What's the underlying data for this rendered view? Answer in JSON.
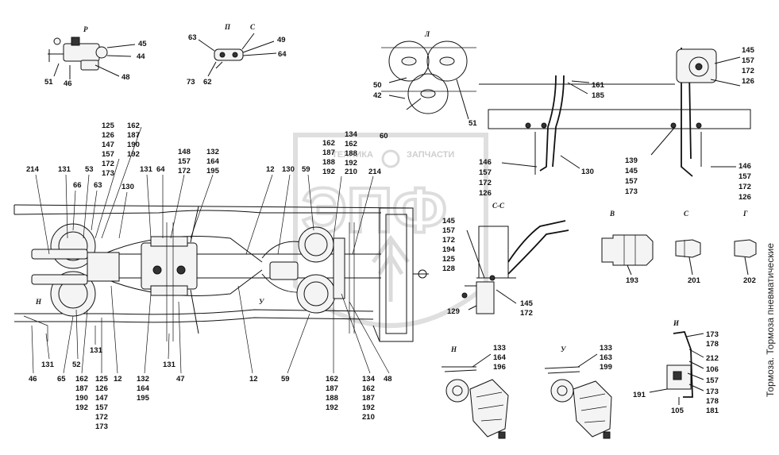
{
  "side_text": "Тормоза. Тормоза пневматические",
  "watermark": {
    "logo": "ЭПФ",
    "left": "ТЕХНИКА",
    "right": "ЗАПЧАСТИ"
  },
  "views": {
    "r": "Р",
    "p": "П",
    "l": "Л",
    "cc": "С-С",
    "v": "В",
    "s": "С",
    "g": "Г",
    "n": "Н",
    "u": "У",
    "i": "И",
    "cmark": "С",
    "ht": "Н",
    "ut": "У"
  },
  "labels": {
    "a45": "45",
    "a44": "44",
    "a48": "48",
    "a51": "51",
    "a46": "46",
    "b63": "63",
    "b49": "49",
    "b64": "64",
    "b73": "73",
    "b62": "62",
    "l50": "50",
    "l42": "42",
    "l60": "60",
    "l51": "51",
    "u161": "161",
    "u185": "185",
    "t145": "145",
    "t157": "157",
    "t172": "172",
    "t126": "126",
    "p146a": "146",
    "p157a": "157",
    "p172a": "172",
    "p126a": "126",
    "p130r": "130",
    "q139": "139",
    "q145": "145",
    "q157": "157",
    "q173": "173",
    "p146b": "146",
    "p157b": "157",
    "p172b": "172",
    "p126b": "126",
    "g125": "125",
    "g126": "126",
    "g147": "147",
    "g157": "157",
    "g172": "172",
    "g173": "173",
    "h162": "162",
    "h187": "187",
    "h190": "190",
    "h192": "192",
    "m214": "214",
    "m131": "131",
    "m53": "53",
    "m66": "66",
    "m63": "63",
    "m130": "130",
    "m131b": "131",
    "m64": "64",
    "m148": "148",
    "m157": "157",
    "m172": "172",
    "m132": "132",
    "m164": "164",
    "m195": "195",
    "m12": "12",
    "m130b": "130",
    "m59": "59",
    "k134": "134",
    "k162": "162",
    "k187": "187",
    "k188": "188",
    "k192": "192",
    "k162b": "162",
    "k188b": "188",
    "k192b": "192",
    "k210": "210",
    "k214": "214",
    "cc145": "145",
    "cc157": "157",
    "cc172": "172",
    "cc194": "194",
    "cc125": "125",
    "cc128": "128",
    "cc129": "129",
    "cc145b": "145",
    "cc172b": "172",
    "v193": "193",
    "s201": "201",
    "g202": "202",
    "i173": "173",
    "i178": "178",
    "i212": "212",
    "i106": "106",
    "i157": "157",
    "i173b": "173",
    "i178b": "178",
    "i181": "181",
    "i191": "191",
    "i105": "105",
    "n133": "133",
    "n164": "164",
    "n196": "196",
    "u133": "133",
    "u163": "163",
    "u199": "199",
    "bl46": "46",
    "bl131": "131",
    "bl52": "52",
    "bl65": "65",
    "bl131b": "131",
    "bl162": "162",
    "bl187": "187",
    "bl190": "190",
    "bl192": "192",
    "bl125": "125",
    "bl126": "126",
    "bl147": "147",
    "bl157": "157",
    "bl172": "172",
    "bl173": "173",
    "bl12": "12",
    "bm132": "132",
    "bm164": "164",
    "bm195": "195",
    "bm131": "131",
    "bm47": "47",
    "bm12": "12",
    "bn59": "59",
    "bo162": "162",
    "bo187": "187",
    "bo188": "188",
    "bo192": "192",
    "bp134": "134",
    "bp162": "162",
    "bp187": "187",
    "bp192": "192",
    "bp210": "210",
    "bp48": "48"
  }
}
